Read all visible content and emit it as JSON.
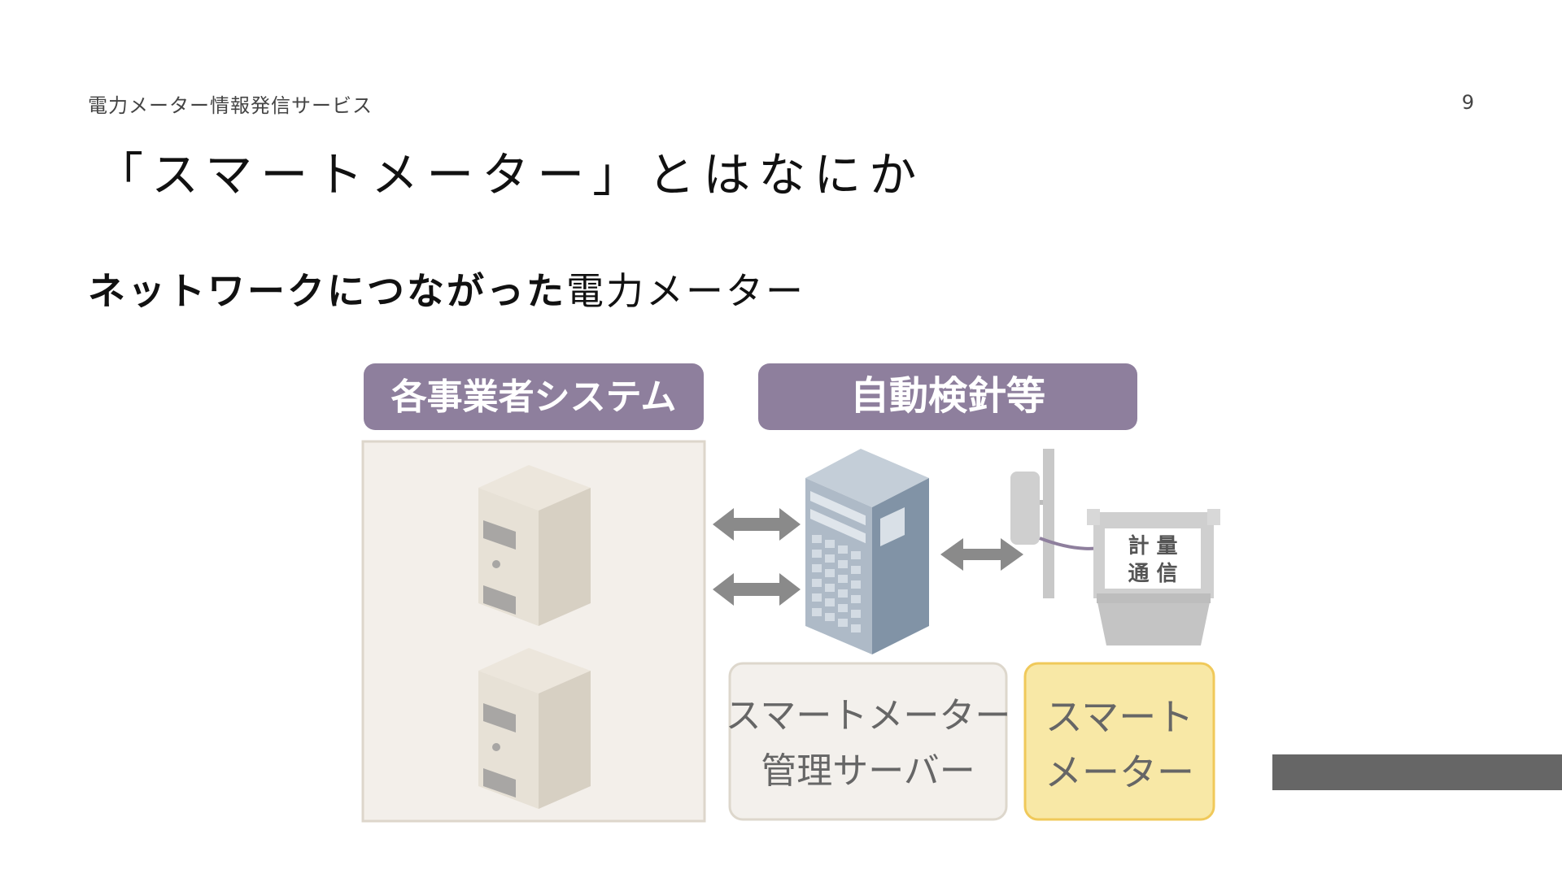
{
  "slide": {
    "header_label": "電力メーター情報発信サービス",
    "page_number": "9",
    "title": "「スマートメーター」とはなにか",
    "subtitle_bold": "ネットワークにつながった",
    "subtitle_normal": "電力メーター"
  },
  "diagram": {
    "system_label": "各事業者システム",
    "auto_label": "自動検針等",
    "server_box_line1": "スマートメーター",
    "server_box_line2": "管理サーバー",
    "meter_box_line1": "スマート",
    "meter_box_line2": "メーター",
    "meter_face_line1": "計 量",
    "meter_face_line2": "通 信"
  },
  "colors": {
    "label_purple": "#8e7f9d",
    "system_panel_bg": "#f3efea",
    "server_box_bg": "#f3f0ec",
    "meter_box_bg": "#f8e8a6",
    "meter_box_border": "#f0c95a",
    "arrow_gray": "#8a8a8a",
    "building_blue": "#8193a6",
    "deco_bar": "#666666"
  }
}
